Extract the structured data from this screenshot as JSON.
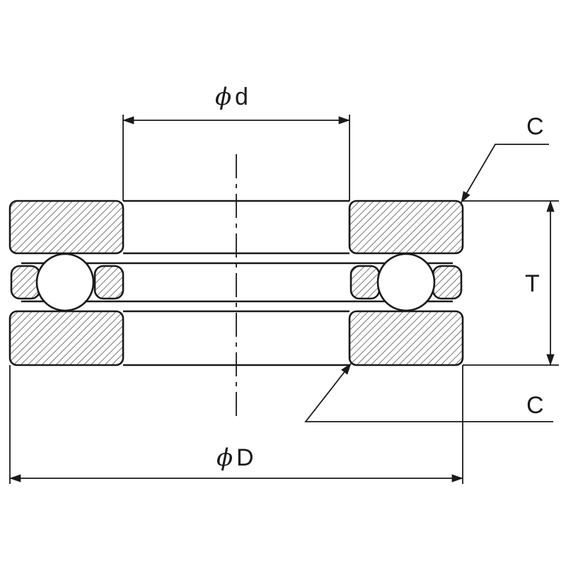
{
  "labels": {
    "inner_diameter_symbol": "ϕ",
    "inner_diameter_letter": "d",
    "outer_diameter_symbol": "ϕ",
    "outer_diameter_letter": "D",
    "height": "T",
    "chamfer_top": "C",
    "chamfer_bottom": "C"
  },
  "colors": {
    "line": "#1a1a1a",
    "hatch": "#555555",
    "background": "#ffffff"
  }
}
